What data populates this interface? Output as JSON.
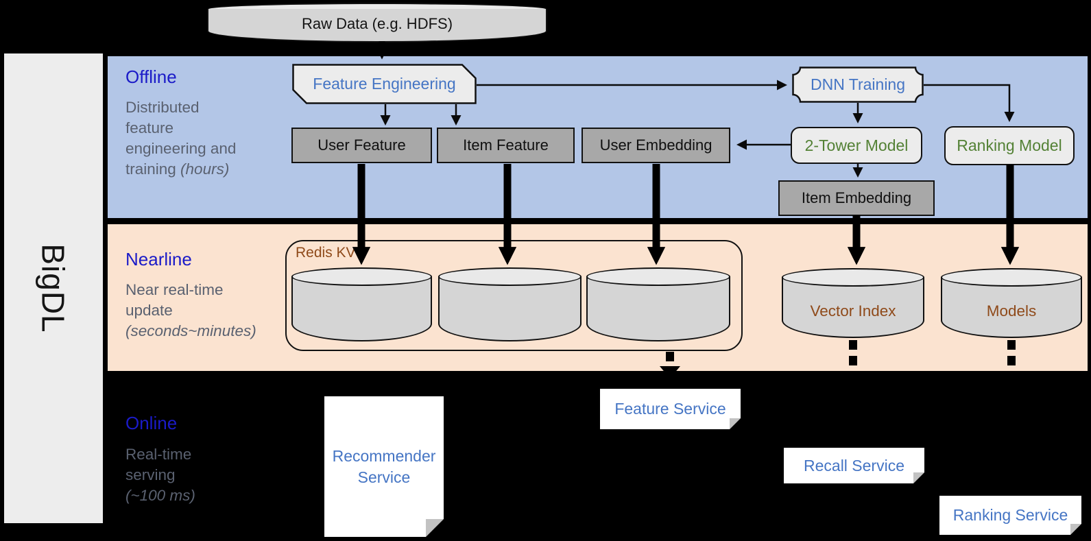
{
  "colors": {
    "offline_bg": "#b3c6e7",
    "nearline_bg": "#fbe3d0",
    "section_title": "#1b1bc8",
    "desc_text": "#5a6170",
    "box_blue_text": "#4575c4",
    "green_text": "#538135",
    "brown_text": "#8f4a1a",
    "service_text": "#4575c4"
  },
  "sidebar": {
    "label": "BigDL"
  },
  "raw_data": {
    "label": "Raw Data (e.g. HDFS)"
  },
  "offline": {
    "title": "Offline",
    "desc": [
      "Distributed",
      "feature",
      "engineering and"
    ],
    "desc_last_regular": "training ",
    "desc_last_italic": "(hours)"
  },
  "nearline": {
    "title": "Nearline",
    "desc": [
      "Near real-time",
      "update"
    ],
    "desc_italic": "(seconds~minutes)"
  },
  "online": {
    "title": "Online",
    "desc": [
      "Real-time",
      "serving"
    ],
    "desc_italic": "(~100 ms)"
  },
  "boxes": {
    "feature_engineering": "Feature Engineering",
    "user_feature": "User Feature",
    "item_feature": "Item Feature",
    "user_embedding": "User Embedding",
    "dnn_training": "DNN Training",
    "two_tower_model": "2-Tower Model",
    "ranking_model": "Ranking Model",
    "item_embedding": "Item Embedding"
  },
  "nearline_items": {
    "redis_label": "Redis KV",
    "vector_index": "Vector Index",
    "models": "Models"
  },
  "services": {
    "recommender": [
      "Recommender",
      "Service"
    ],
    "feature": "Feature Service",
    "recall": "Recall Service",
    "ranking": "Ranking Service"
  }
}
